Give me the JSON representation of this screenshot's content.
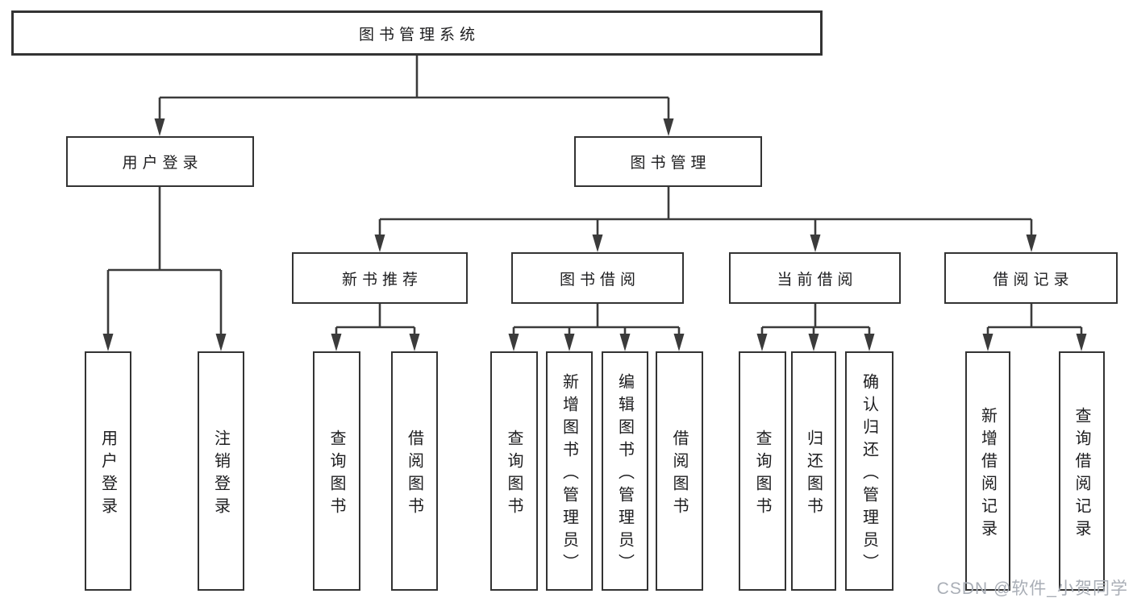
{
  "nodes": {
    "root": "图书管理系统",
    "level2": {
      "user_login": "用户登录",
      "book_mgmt": "图书管理"
    },
    "level3": {
      "new_books": "新书推荐",
      "book_borrow": "图书借阅",
      "current_borrow": "当前借阅",
      "borrow_records": "借阅记录"
    },
    "leaves": {
      "user_login": "用户登录",
      "logout": "注销登录",
      "nb_query_books": "查询图书",
      "nb_borrow_books": "借阅图书",
      "bb_query_books": "查询图书",
      "bb_add_books": "新增图书（管理员）",
      "bb_edit_books": "编辑图书（管理员）",
      "bb_borrow_books": "借阅图书",
      "cb_query_books": "查询图书",
      "cb_return_books": "归还图书",
      "cb_confirm_return": "确认归还（管理员）",
      "br_add_record": "新增借阅记录",
      "br_query_record": "查询借阅记录"
    }
  },
  "watermark": "CSDN @软件_小贺同学",
  "colors": {
    "line": "#3b3b3b",
    "box_border": "#333333",
    "text": "#1d1d1f",
    "watermark": "#a9aeb6",
    "background": "#ffffff"
  }
}
